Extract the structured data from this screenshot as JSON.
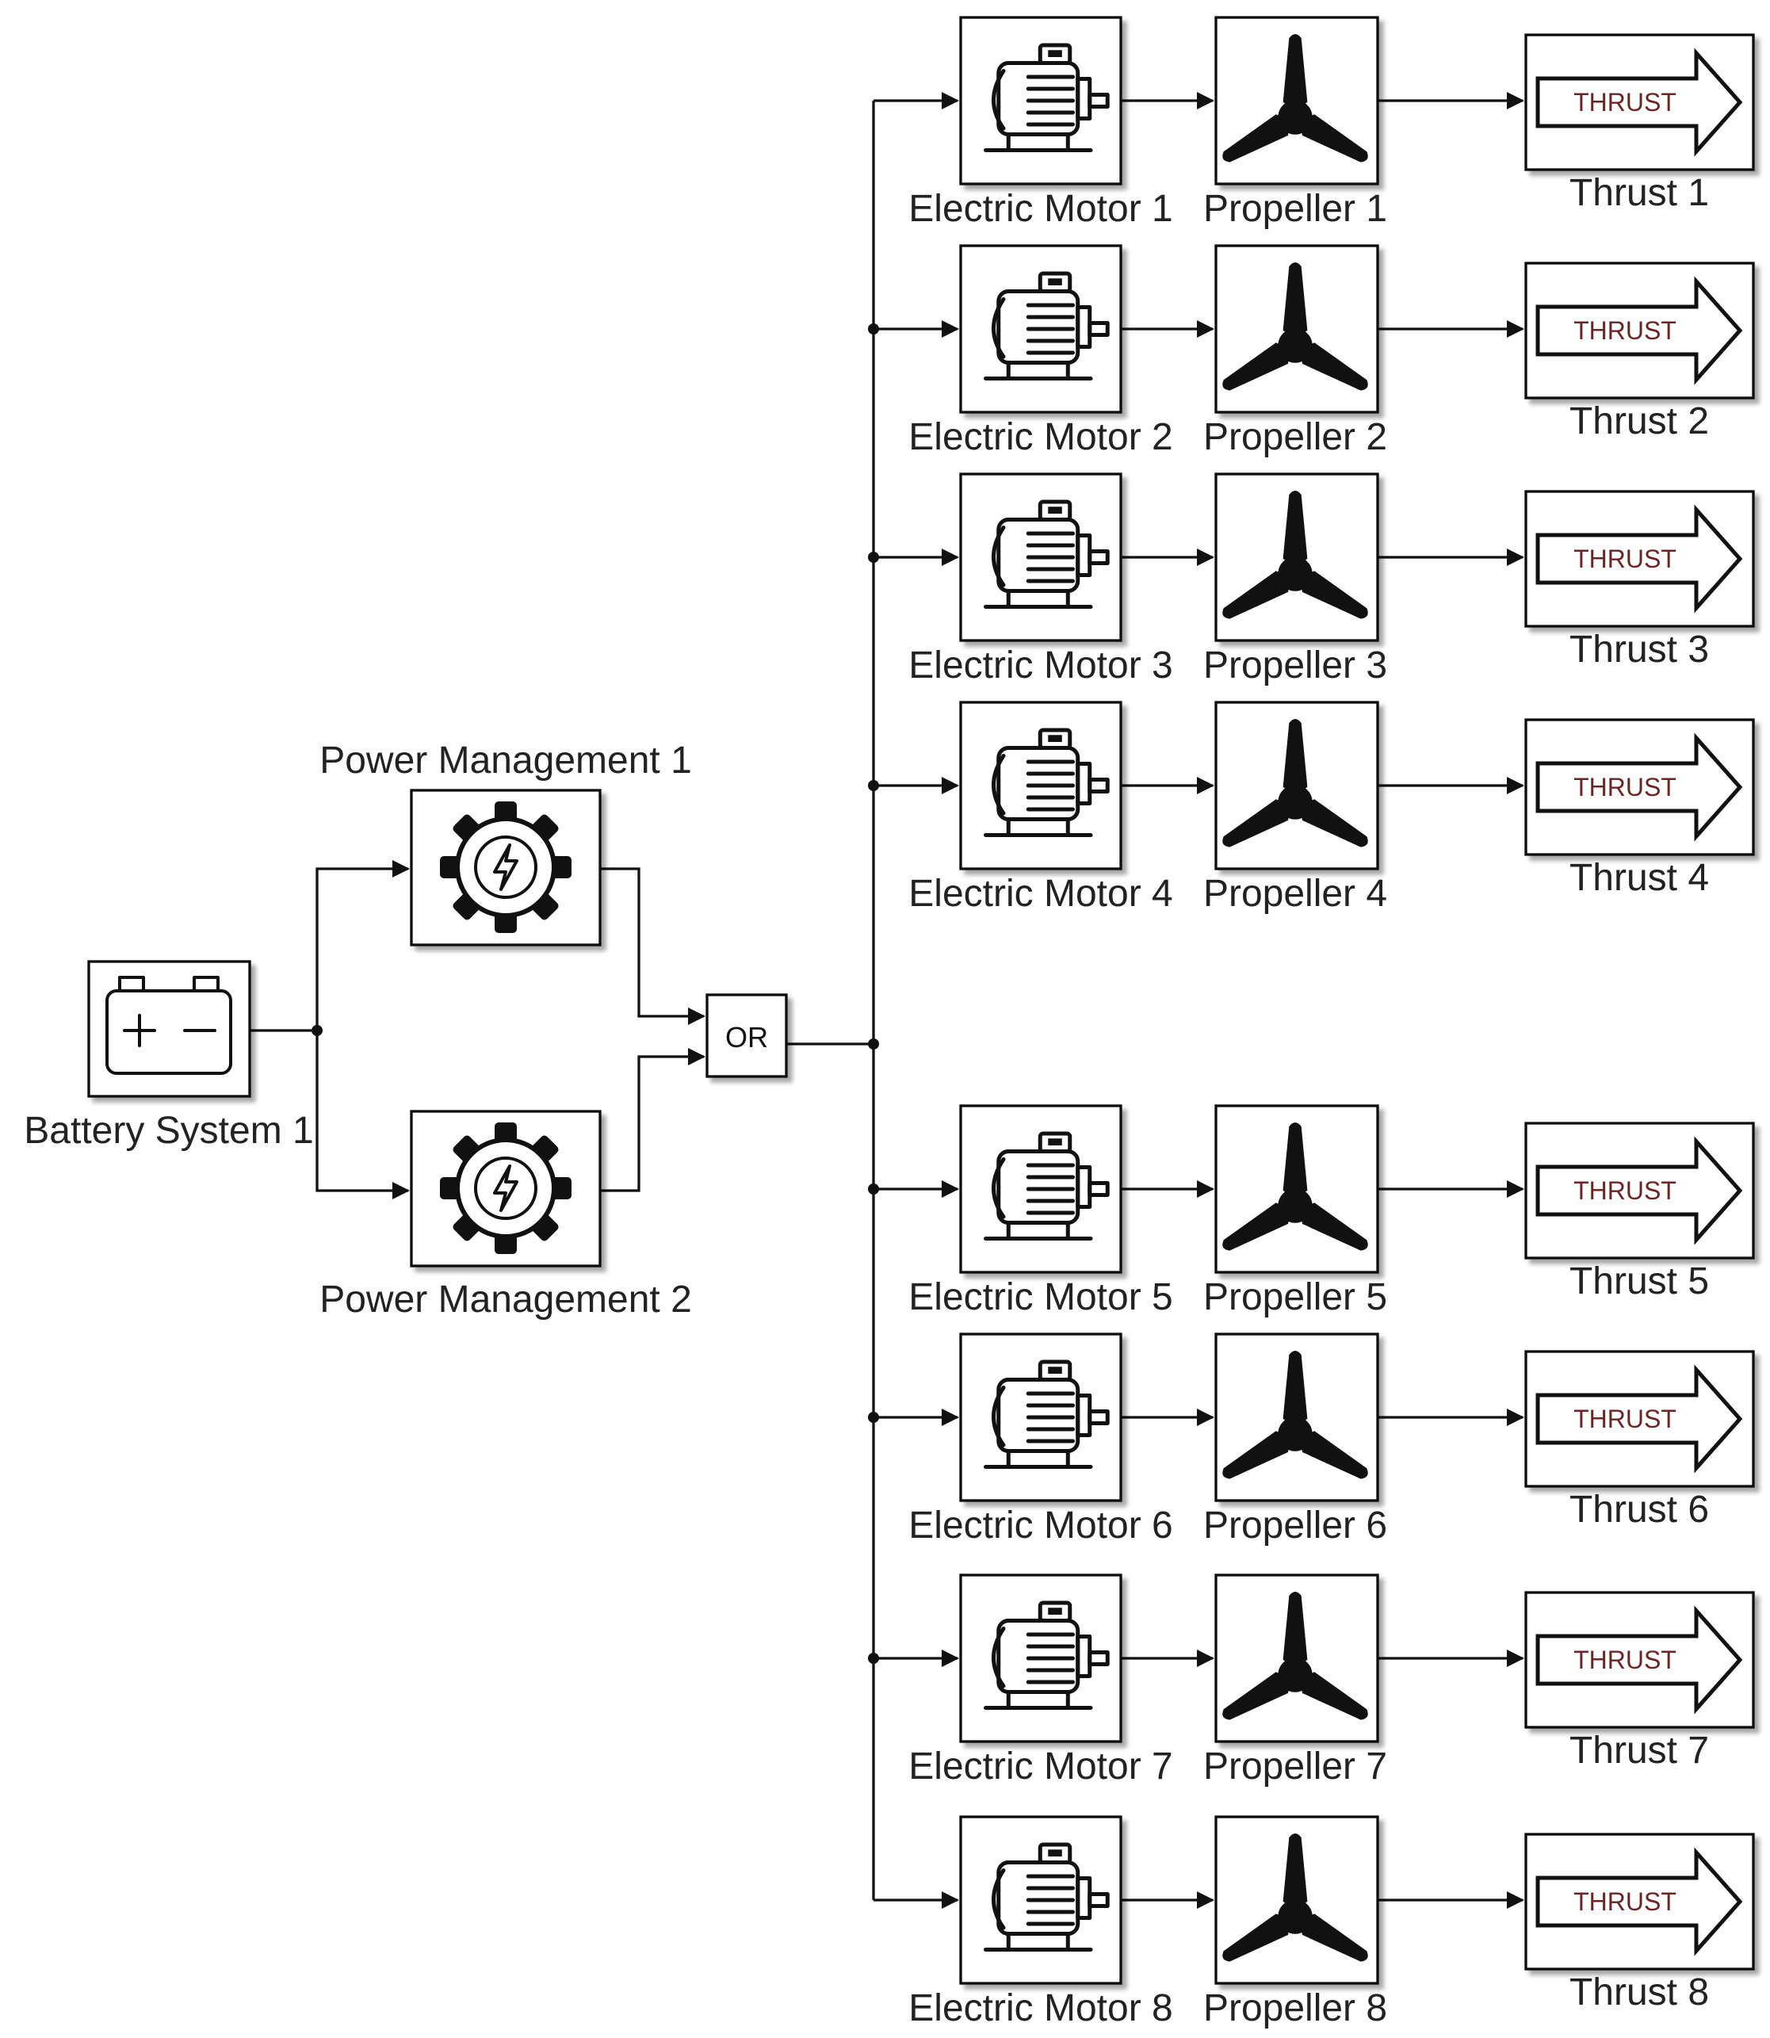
{
  "battery": {
    "label": "Battery System 1"
  },
  "power_management": [
    {
      "label": "Power Management 1"
    },
    {
      "label": "Power Management 2"
    }
  ],
  "or_block": {
    "label": "OR"
  },
  "channels": [
    {
      "motor": "Electric Motor 1",
      "propeller": "Propeller 1",
      "thrust": "Thrust 1",
      "thrust_icon_text": "THRUST"
    },
    {
      "motor": "Electric Motor 2",
      "propeller": "Propeller 2",
      "thrust": "Thrust 2",
      "thrust_icon_text": "THRUST"
    },
    {
      "motor": "Electric Motor 3",
      "propeller": "Propeller 3",
      "thrust": "Thrust 3",
      "thrust_icon_text": "THRUST"
    },
    {
      "motor": "Electric Motor 4",
      "propeller": "Propeller 4",
      "thrust": "Thrust 4",
      "thrust_icon_text": "THRUST"
    },
    {
      "motor": "Electric Motor 5",
      "propeller": "Propeller 5",
      "thrust": "Thrust 5",
      "thrust_icon_text": "THRUST"
    },
    {
      "motor": "Electric Motor 6",
      "propeller": "Propeller 6",
      "thrust": "Thrust 6",
      "thrust_icon_text": "THRUST"
    },
    {
      "motor": "Electric Motor 7",
      "propeller": "Propeller 7",
      "thrust": "Thrust 7",
      "thrust_icon_text": "THRUST"
    },
    {
      "motor": "Electric Motor 8",
      "propeller": "Propeller 8",
      "thrust": "Thrust 8",
      "thrust_icon_text": "THRUST"
    }
  ],
  "icons": {
    "battery": "battery-icon",
    "power_management": "gear-lightning-icon",
    "motor": "electric-motor-icon",
    "propeller": "propeller-icon",
    "thrust": "thrust-arrow-icon"
  },
  "colors": {
    "line": "#111111",
    "thrust_text": "#6e2424"
  }
}
